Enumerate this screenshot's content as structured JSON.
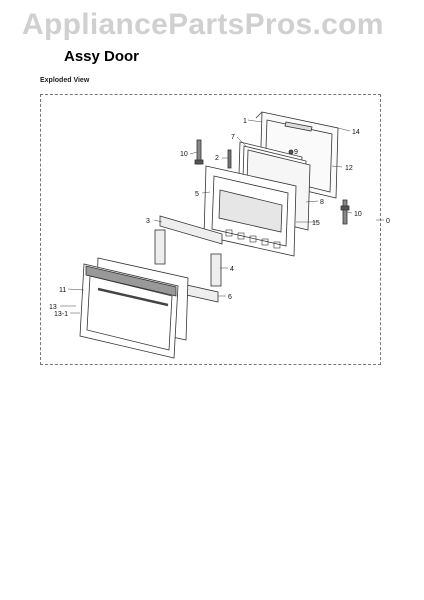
{
  "watermark": "AppliancePartsPros.com",
  "title": "Assy Door",
  "subtitle": "Exploded View",
  "callouts": {
    "c1": "1",
    "c14": "14",
    "c7": "7",
    "c9": "9",
    "c10a": "10",
    "c2": "2",
    "c12": "12",
    "c5": "5",
    "c8": "8",
    "c15": "15",
    "c10b": "10",
    "c0": "0",
    "c3": "3",
    "c4": "4",
    "c11": "11",
    "c6": "6",
    "c13": "13",
    "c13_1": "13-1"
  }
}
